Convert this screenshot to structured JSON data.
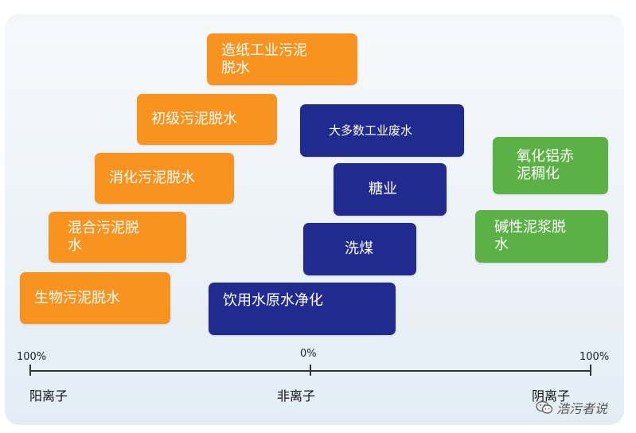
{
  "boxes": {
    "zaozhi": "造纸工业污泥\n脱水",
    "chuji": "初级污泥脱水",
    "xiaohua": "消化污泥脱水",
    "hunhe": "混合污泥脱\n水",
    "shengwu": "生物污泥脱水",
    "dadushu": "大多数工业废水",
    "tangye": "糖业",
    "ximei": "洗煤",
    "yinyongshui": "饮用水原水净化",
    "yanghualv": "氧化铝赤\n泥稠化",
    "jianxing": "碱性泥浆脱\n水"
  },
  "axis": {
    "left_pct": "100%",
    "center_pct": "0%",
    "right_pct": "100%",
    "left_label": "阳离子",
    "center_label": "非离子",
    "right_label": "阴离子"
  },
  "colors": {
    "orange": "#f7931e",
    "navy": "#202a8f",
    "green": "#5cb146"
  },
  "watermark": {
    "text": "浩污者说",
    "icon": "wechat-icon"
  }
}
